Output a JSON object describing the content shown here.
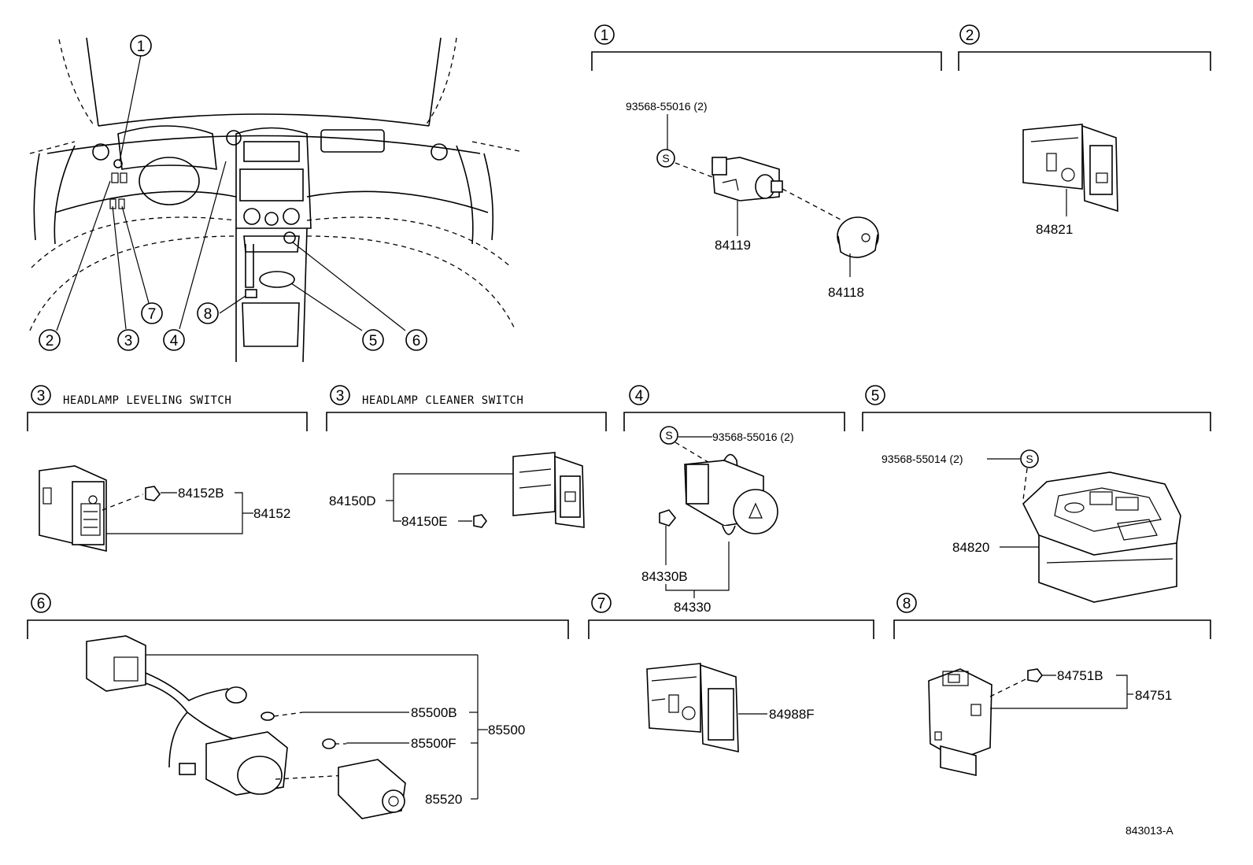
{
  "diagram_code": "843013-A",
  "overview": {
    "callouts": [
      "1",
      "2",
      "3",
      "4",
      "5",
      "6",
      "7",
      "8"
    ]
  },
  "sections": {
    "s1": {
      "num": "1",
      "screw": "93568-55016 (2)",
      "screw_symbol": "S",
      "parts": [
        "84119",
        "84118"
      ]
    },
    "s2": {
      "num": "2",
      "parts": [
        "84821"
      ]
    },
    "s3a": {
      "num": "3",
      "title": "HEADLAMP LEVELING SWITCH",
      "parts": [
        "84152B",
        "84152"
      ]
    },
    "s3b": {
      "num": "3",
      "title": "HEADLAMP CLEANER SWITCH",
      "parts": [
        "84150D",
        "84150E"
      ]
    },
    "s4": {
      "num": "4",
      "screw": "93568-55016 (2)",
      "screw_symbol": "S",
      "parts": [
        "84330B",
        "84330"
      ]
    },
    "s5": {
      "num": "5",
      "screw": "93568-55014 (2)",
      "screw_symbol": "S",
      "parts": [
        "84820"
      ]
    },
    "s6": {
      "num": "6",
      "parts": [
        "85500B",
        "85500",
        "85500F",
        "85520"
      ]
    },
    "s7": {
      "num": "7",
      "parts": [
        "84988F"
      ]
    },
    "s8": {
      "num": "8",
      "parts": [
        "84751B",
        "84751"
      ]
    }
  }
}
